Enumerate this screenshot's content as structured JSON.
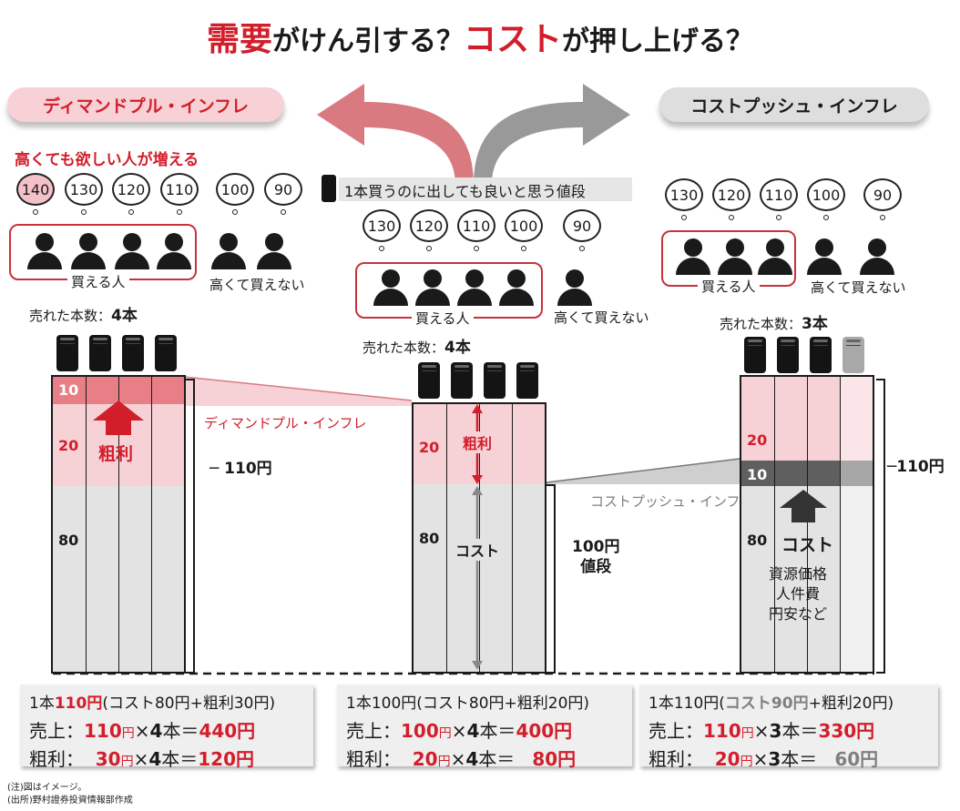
{
  "title": {
    "p1": "需要",
    "p2": "がけん引する？",
    "p3": "コスト",
    "p4": "が押し上げる？"
  },
  "labels": {
    "demand_pull": "ディマンドプル・インフレ",
    "cost_push": "コストプッシュ・インフレ",
    "want_more": "高くても欲しい人が増える",
    "willing_price": "1本買うのに出しても良いと思う値段",
    "can_buy": "買える人",
    "cannot_buy": "高くて買えない",
    "sold_prefix": "売れた本数：",
    "sold_left": "4本",
    "sold_center": "4本",
    "sold_right": "3本",
    "gross_profit": "粗利",
    "cost": "コスト",
    "cost_factors": [
      "資源価格",
      "人件費",
      "円安など"
    ],
    "price_110": "110円",
    "price_100": "100円",
    "price_100_sub": "値段",
    "demand_pull_line": "ディマンドプル・インフレ",
    "cost_push_line": "コストプッシュ・インフレ"
  },
  "clouds": {
    "left": [
      "140",
      "130",
      "120",
      "110",
      "100",
      "90"
    ],
    "center": [
      "130",
      "120",
      "110",
      "100",
      "90"
    ],
    "right": [
      "130",
      "120",
      "110",
      "100",
      "90"
    ]
  },
  "bars": {
    "left": {
      "seg_top": "10",
      "seg_mid": "20",
      "seg_base": "80"
    },
    "center": {
      "seg_mid": "20",
      "seg_base": "80"
    },
    "right": {
      "seg_top": "20",
      "seg_mid": "10",
      "seg_base": "80"
    }
  },
  "boxes": {
    "left": {
      "l1a": "1本",
      "l1b": "110円",
      "l1c": "(コスト80円+粗利30円)",
      "sales_label": "売上：",
      "sales_p": "110",
      "sales_yen": "円",
      "sales_x": "×",
      "sales_n": "4",
      "sales_hon": "本＝",
      "sales_total": "440円",
      "gp_label": "粗利：",
      "gp_p": "30",
      "gp_yen": "円",
      "gp_x": "×",
      "gp_n": "4",
      "gp_hon": "本＝",
      "gp_total": "120円"
    },
    "center": {
      "l1": "1本100円(コスト80円+粗利20円)",
      "sales_label": "売上：",
      "sales_p": "100",
      "sales_yen": "円",
      "sales_x": "×",
      "sales_n": "4",
      "sales_hon": "本＝",
      "sales_total": "400円",
      "gp_label": "粗利：",
      "gp_p": "20",
      "gp_yen": "円",
      "gp_x": "×",
      "gp_n": "4",
      "gp_hon": "本＝",
      "gp_total": "80円"
    },
    "right": {
      "l1a": "1本110円(",
      "l1b": "コスト90円",
      "l1c": "+粗利20円)",
      "sales_label": "売上：",
      "sales_p": "110",
      "sales_yen": "円",
      "sales_x": "×",
      "sales_n": "3",
      "sales_hon": "本＝",
      "sales_total": "330円",
      "gp_label": "粗利：",
      "gp_p": "20",
      "gp_yen": "円",
      "gp_x": "×",
      "gp_n": "3",
      "gp_hon": "本＝",
      "gp_total": "60円"
    }
  },
  "notes": {
    "n1": "(注)図はイメージ。",
    "n2": "(出所)野村證券投資情報部作成"
  },
  "colors": {
    "accent_red": "#d21e2b",
    "pink": "#f3c1c7",
    "light_pink": "#f7d1d6",
    "gray": "#808080",
    "cost_gray": "#e0e0e0"
  }
}
